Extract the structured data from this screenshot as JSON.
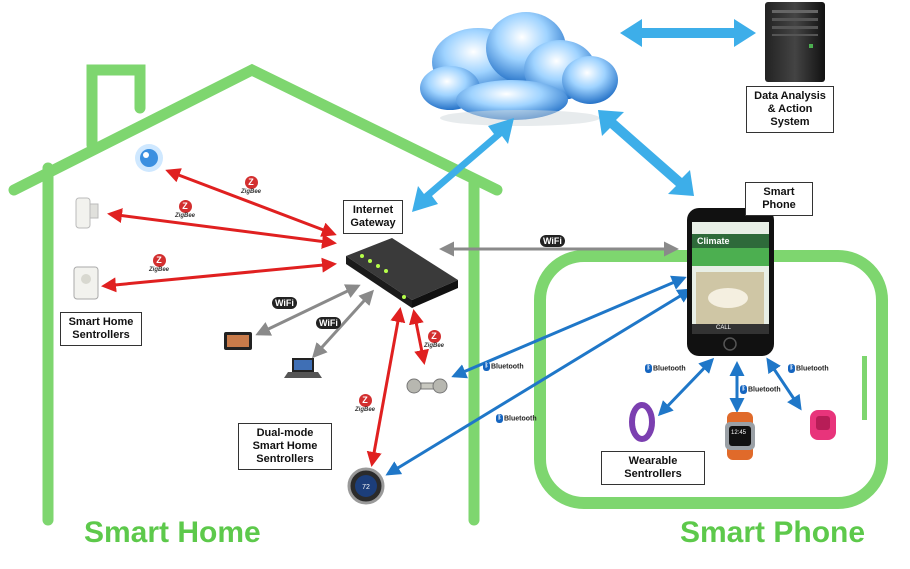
{
  "labels": {
    "data_analysis": "Data Analysis & Action System",
    "smart_phone_box": "Smart Phone",
    "internet_gateway": "Internet Gateway",
    "smart_home_sentrollers": "Smart Home Sentrollers",
    "dual_mode": "Dual-mode Smart Home Sentrollers",
    "wearable": "Wearable Sentrollers"
  },
  "titles": {
    "smart_home": "Smart Home",
    "smart_phone": "Smart Phone"
  },
  "protocols": {
    "zigbee": "ZigBee",
    "wifi": "WiFi",
    "bluetooth": "Bluetooth"
  },
  "phone_screen": {
    "app_title": "Climate",
    "call": "CALL",
    "clock": "12:45"
  },
  "thermostat_temp": "72",
  "colors": {
    "house": "#7ed66f",
    "zigbee_arrow": "#e02020",
    "wifi_arrow": "#8a8a8a",
    "bluetooth_arrow": "#1f77c8",
    "cloud_arrow": "#3daee9"
  }
}
